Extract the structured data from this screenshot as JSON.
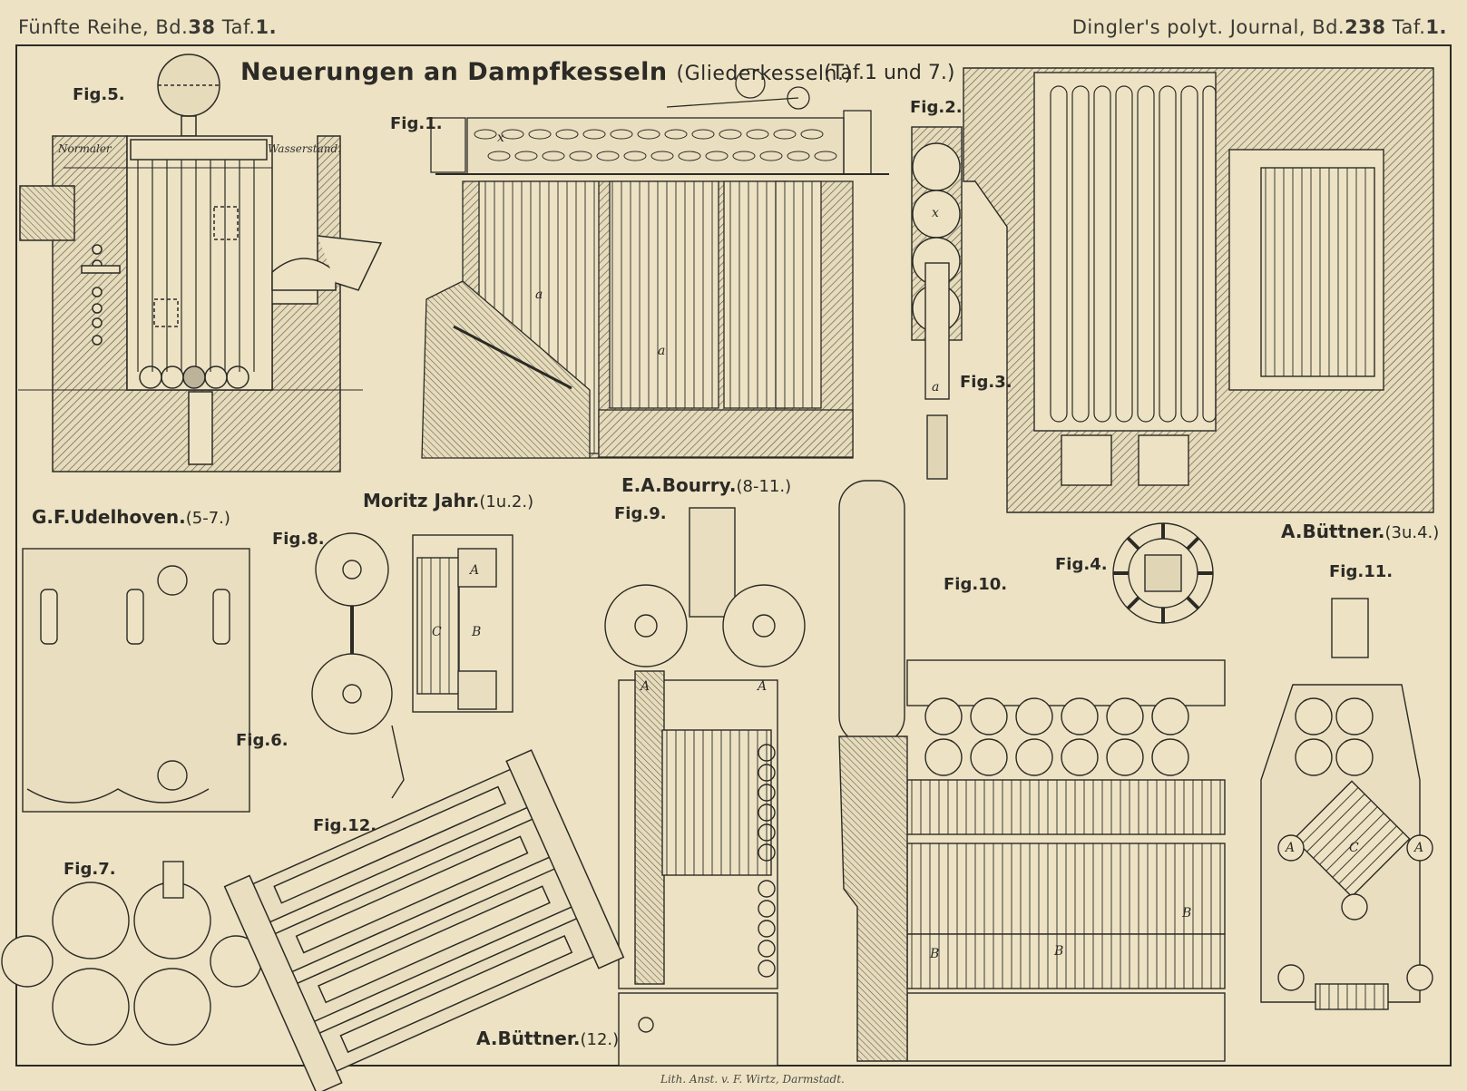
{
  "header": {
    "left_series": "Fünfte Reihe, Bd.",
    "left_volume": "38",
    "left_plate": "Taf.",
    "left_plate_no": "1.",
    "right_journal": "Dingler's polyt. Journal, Bd.",
    "right_volume": "238",
    "right_plate": "Taf.",
    "right_plate_no": "1."
  },
  "title": {
    "main": "Neuerungen an Dampfkesseln",
    "sub": "(Gliederkesseln.)",
    "plates": "(Taf.1 und 7.)"
  },
  "authors": {
    "udelhoven": "G.F.Udelhoven.",
    "udelhoven_ref": "(5-7.)",
    "jahr": "Moritz Jahr.",
    "jahr_ref": "(1u.2.)",
    "bourry": "E.A.Bourry.",
    "bourry_ref": "(8-11.)",
    "buettner_34": "A.Büttner.",
    "buettner_34_ref": "(3u.4.)",
    "buettner_12": "A.Büttner.",
    "buettner_12_ref": "(12.)"
  },
  "figures": {
    "fig1": "Fig.1.",
    "fig2": "Fig.2.",
    "fig3": "Fig.3.",
    "fig4": "Fig.4.",
    "fig5": "Fig.5.",
    "fig6": "Fig.6.",
    "fig7": "Fig.7.",
    "fig8": "Fig.8.",
    "fig9": "Fig.9.",
    "fig10": "Fig.10.",
    "fig11": "Fig.11.",
    "fig12": "Fig.12."
  },
  "annotations": {
    "normal": "Normaler",
    "wasserstand": "Wasserstand.",
    "x": "x",
    "a": "a",
    "A": "A",
    "B": "B",
    "C": "C"
  },
  "imprint": "Lith. Anst. v. F. Wirtz, Darmstadt.",
  "colors": {
    "paper": "#ede3c4",
    "ink": "#2c2a26",
    "hatch": "#6e6a60"
  }
}
